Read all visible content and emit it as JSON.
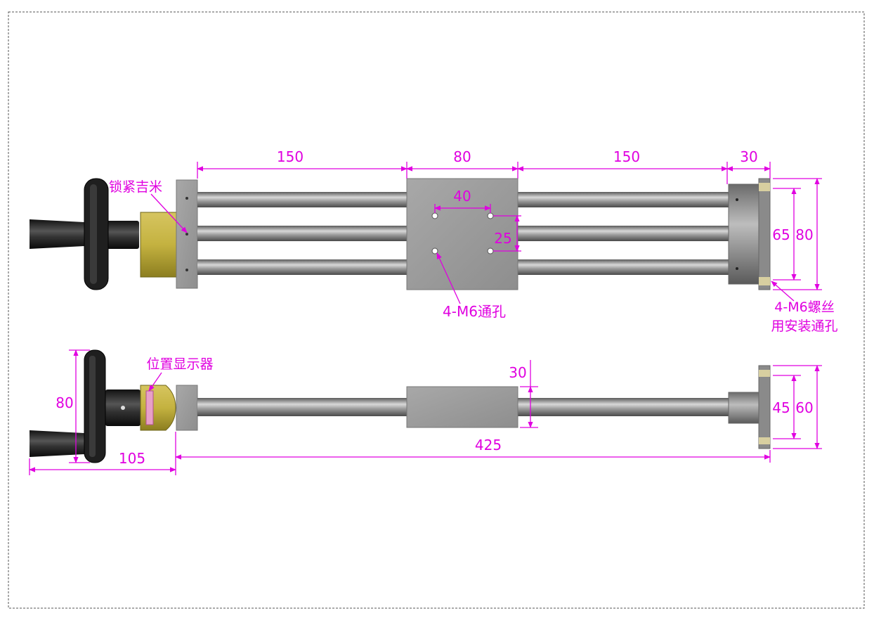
{
  "colors": {
    "annotation": "#e000e0",
    "rod": "#8a8a8a",
    "plate": "#9c9c9c",
    "brass": "#c8b440",
    "handwheel": "#2a2a2a",
    "border": "#555555"
  },
  "top_view": {
    "dims": {
      "seg1": "150",
      "carriage_width": "80",
      "seg3": "150",
      "end_block": "30",
      "hole_spacing_x": "40",
      "hole_spacing_y": "25",
      "mount_hole_spacing": "65",
      "end_height": "80"
    },
    "notes": {
      "lock_handle": "锁紧吉米",
      "carriage_holes": "4-M6通孔",
      "mount_holes_line1": "4-M6螺丝",
      "mount_holes_line2": "用安装通孔"
    }
  },
  "side_view": {
    "dims": {
      "handwheel_dia": "80",
      "handwheel_length": "105",
      "carriage_height": "30",
      "total_length": "425",
      "flange_inner": "45",
      "flange_outer": "60"
    },
    "notes": {
      "position_indicator": "位置显示器"
    }
  }
}
